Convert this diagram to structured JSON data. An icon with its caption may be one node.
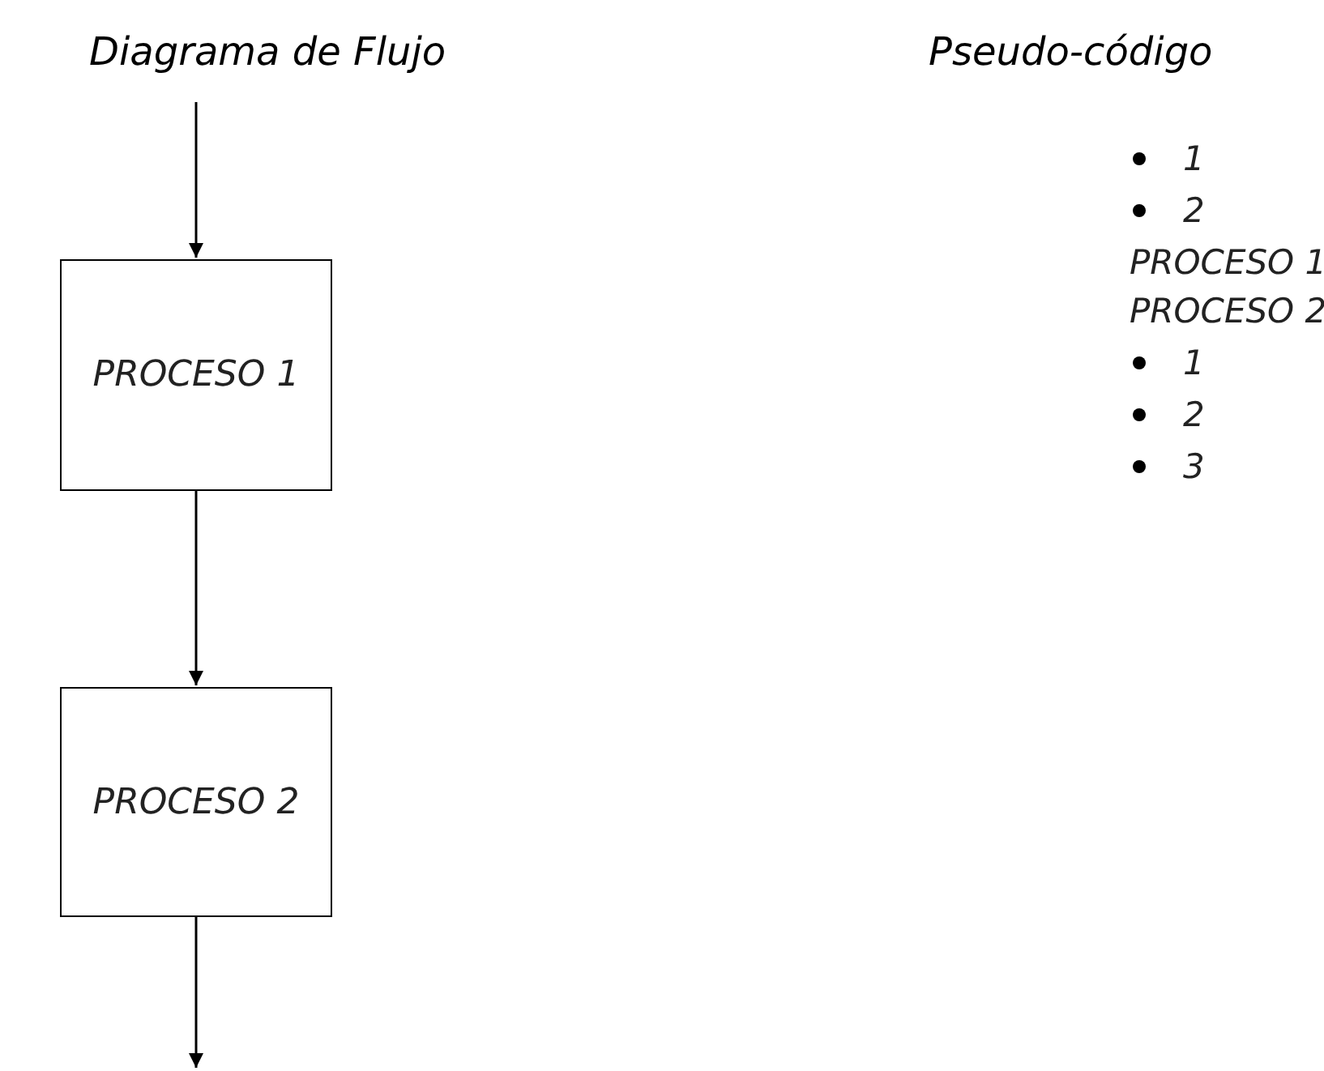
{
  "diagram": {
    "title": "Diagrama de Flujo",
    "nodes": [
      {
        "text": [
          "PROCESO 1"
        ]
      },
      {
        "text": [
          "PROCESO 2"
        ]
      }
    ],
    "edges": [
      {
        "from": null,
        "to": 0,
        "arrow": "to"
      },
      {
        "from": 0,
        "to": 1,
        "arrow": "to"
      },
      {
        "from": 1,
        "to": null,
        "arrow": "to"
      }
    ],
    "labels": [
      "Pseudo-código",
      "1",
      "2",
      "PROCESO 1",
      "PROCESO 2",
      "1",
      "2",
      "3"
    ]
  }
}
